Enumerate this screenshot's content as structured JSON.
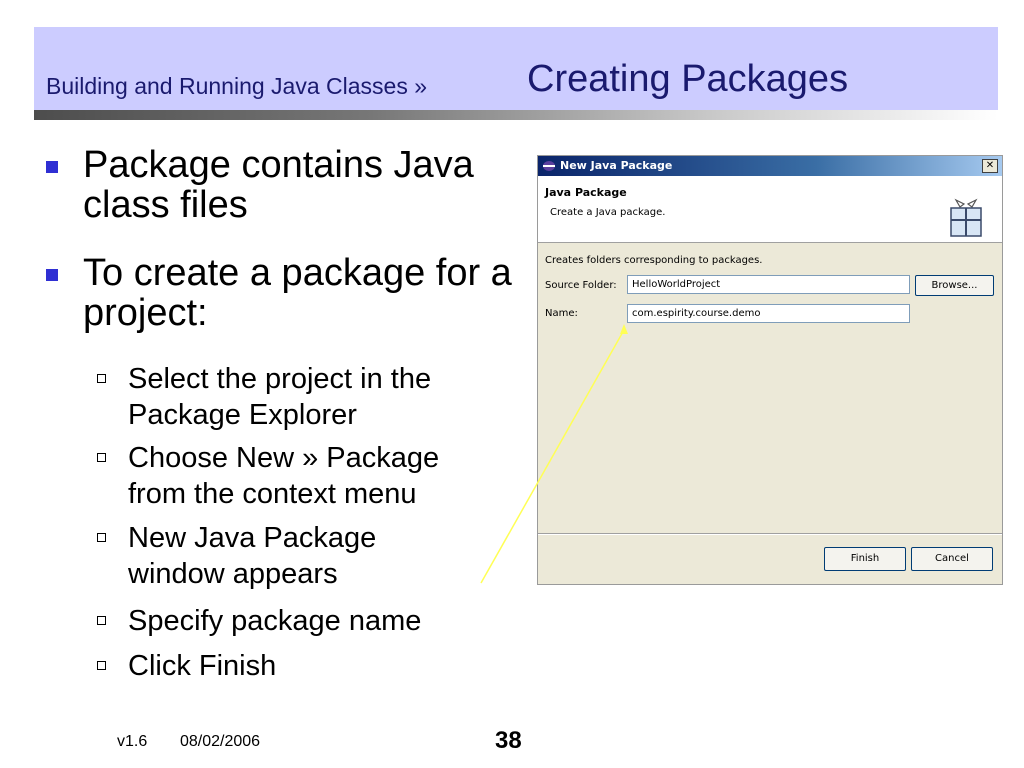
{
  "header": {
    "title_prefix": "Building and Running Java Classes »",
    "title_main": "Creating Packages"
  },
  "bullets": [
    {
      "text": "Package contains Java class files"
    },
    {
      "text": "To create a package for a project:"
    }
  ],
  "subbullets": [
    {
      "text": "Select the project in the\nPackage Explorer"
    },
    {
      "text": "Choose New » Package\nfrom the context menu"
    },
    {
      "text": "New Java Package\nwindow appears"
    },
    {
      "text": "Specify package name"
    },
    {
      "text": "Click Finish"
    }
  ],
  "dialog": {
    "title": "New Java Package",
    "close_glyph": "✕",
    "banner_title": "Java Package",
    "banner_desc": "Create a Java package.",
    "info": "Creates folders corresponding to packages.",
    "source_folder_label": "Source Folder:",
    "source_folder_value": "HelloWorldProject",
    "name_label": "Name:",
    "name_value": "com.espirity.course.demo",
    "browse_label": "Browse...",
    "finish_label": "Finish",
    "cancel_label": "Cancel",
    "icon": "package-icon"
  },
  "footer": {
    "version": "v1.6",
    "date": "08/02/2006",
    "page": "38"
  },
  "colors": {
    "header_bg": "#ccccff",
    "title_text": "#1a1a6e",
    "bullet": "#2f2fd3",
    "pointer_line": "#ffff55",
    "dialog_bg": "#ece9d8",
    "titlebar": "#0a246a"
  }
}
